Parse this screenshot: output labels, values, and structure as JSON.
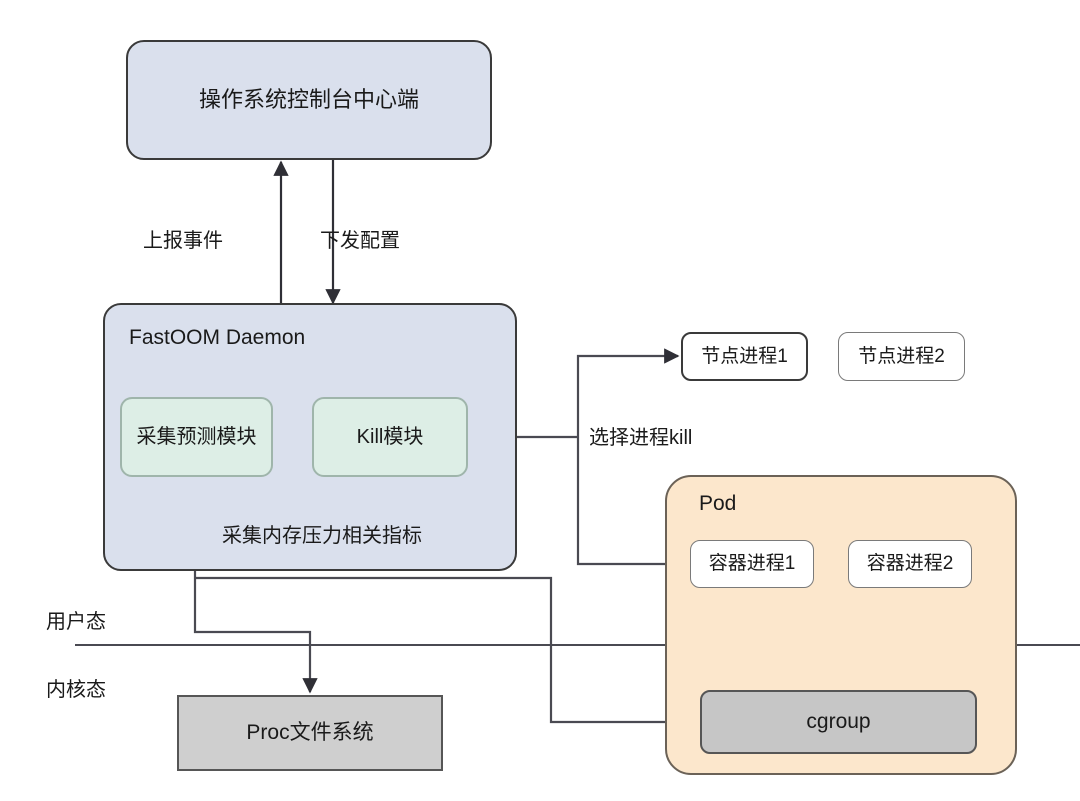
{
  "diagram": {
    "title_console": "操作系统控制台中心端",
    "daemon": {
      "title": "FastOOM Daemon",
      "collect_module": "采集预测模块",
      "kill_module": "Kill模块",
      "footer_note": "采集内存压力相关指标"
    },
    "edges": {
      "report_event": "上报事件",
      "push_config": "下发配置",
      "select_process_kill": "选择进程kill"
    },
    "node_processes": [
      "节点进程1",
      "节点进程2"
    ],
    "pod": {
      "title": "Pod",
      "container_processes": [
        "容器进程1",
        "容器进程2"
      ],
      "cgroup": "cgroup"
    },
    "mode_labels": {
      "user_space": "用户态",
      "kernel_space": "内核态"
    },
    "proc_fs": "Proc文件系统",
    "colors": {
      "console_fill": "#dae0ed",
      "daemon_fill": "#dae0ed",
      "module_fill": "#ddeee6",
      "pod_fill": "#fce7cc",
      "cgroup_fill": "#c6c6c6",
      "procfs_fill": "#cfcfcf",
      "stroke": "#3a3a3a",
      "wire": "#4a4a52",
      "text": "#1a1a1a"
    }
  }
}
